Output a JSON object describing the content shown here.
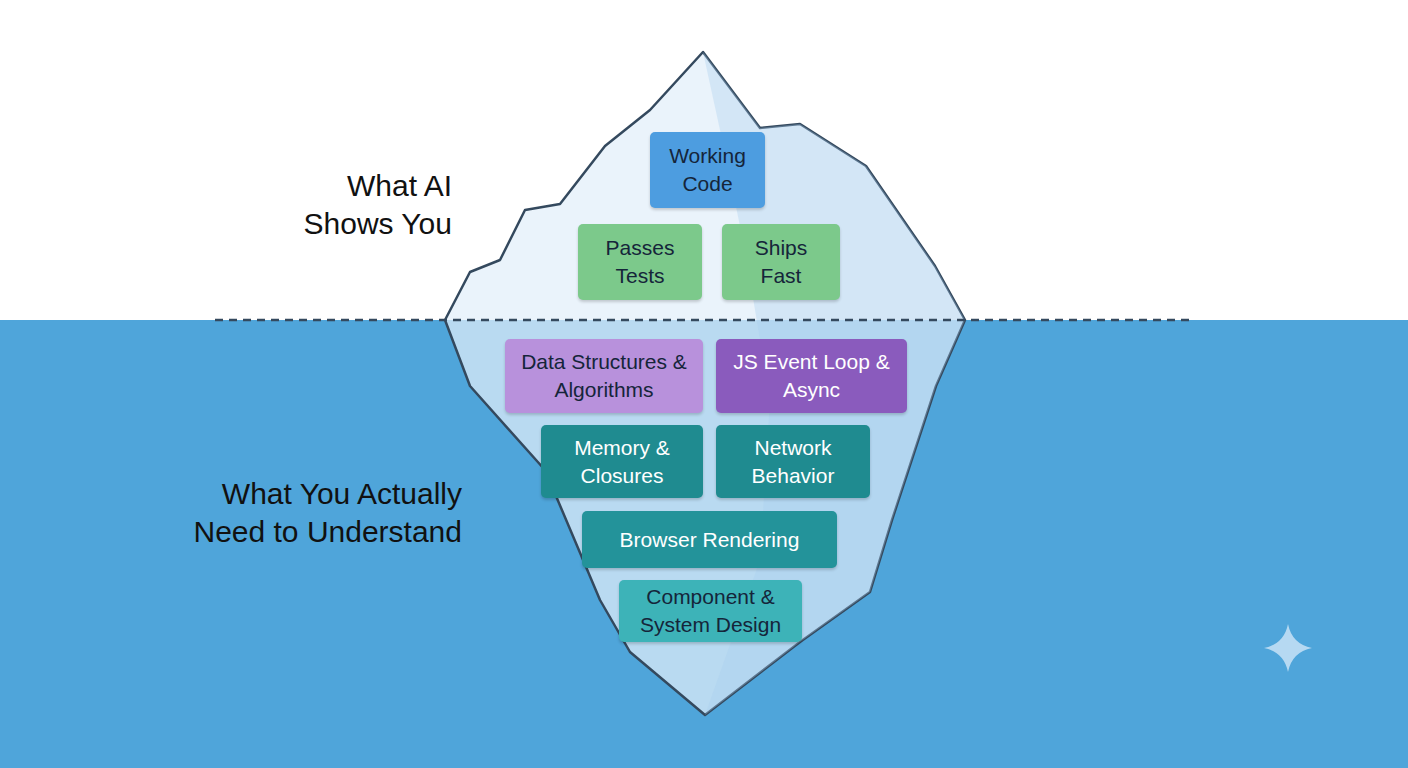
{
  "diagram": {
    "nodes": [
      {
        "text": [
          "Working Code"
        ]
      },
      {
        "text": [
          "Passes Tests"
        ]
      },
      {
        "text": [
          "Ships Fast"
        ]
      },
      {
        "text": [
          "Data Structures & Algorithms"
        ]
      },
      {
        "text": [
          "JS Event Loop & Async"
        ]
      },
      {
        "text": [
          "Memory & Closures"
        ]
      },
      {
        "text": [
          "Network Behavior"
        ]
      },
      {
        "text": [
          "Browser Rendering"
        ]
      },
      {
        "text": [
          "Component & System Design"
        ]
      }
    ],
    "labels": [
      "What AI Shows You",
      "What You Actually Need to Understand"
    ]
  }
}
